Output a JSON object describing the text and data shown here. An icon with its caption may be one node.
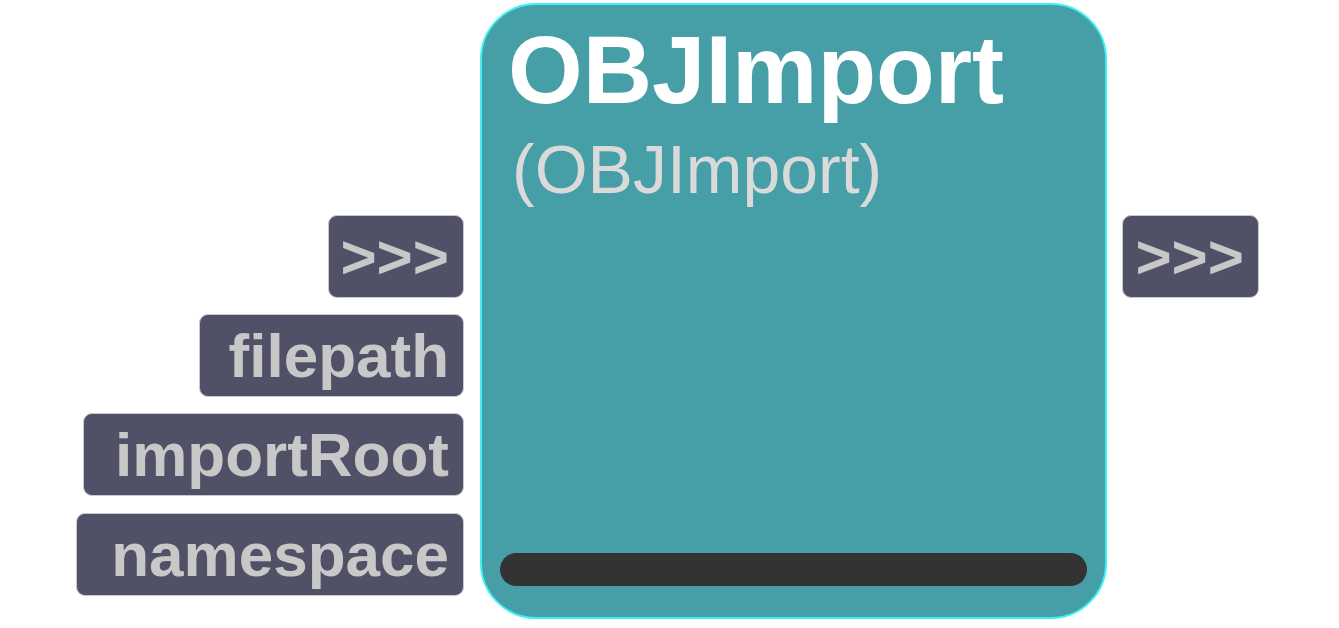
{
  "diagram": {
    "nodes": [
      {
        "text": [
          "OBJImport",
          "(OBJImport)"
        ]
      },
      {
        "text": [
          ">>>"
        ]
      },
      {
        "text": [
          "filepath"
        ]
      },
      {
        "text": [
          "importRoot"
        ]
      },
      {
        "text": [
          "namespace"
        ]
      },
      {
        "text": [
          ">>>"
        ]
      },
      {
        "text": [],
        "shape": "bar",
        "in": 0
      }
    ]
  }
}
